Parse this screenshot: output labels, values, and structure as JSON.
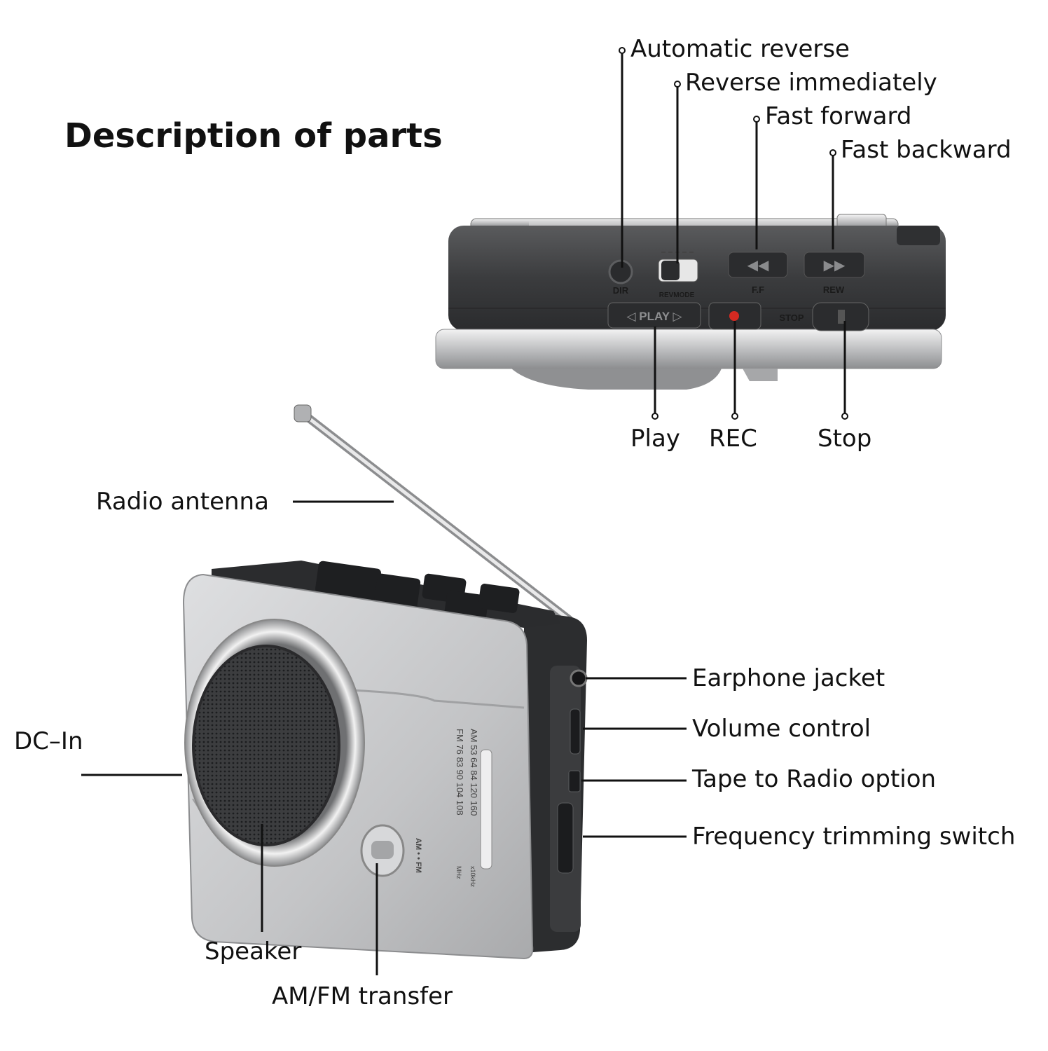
{
  "title": "Description of parts",
  "top_view": {
    "labels": {
      "automatic_reverse": "Automatic reverse",
      "reverse_immediately": "Reverse immediately",
      "fast_forward": "Fast forward",
      "fast_backward": "Fast backward",
      "play": "Play",
      "rec": "REC",
      "stop": "Stop"
    },
    "device_text": {
      "dir": "DIR",
      "revmode": "REVMODE",
      "ff": "F.F",
      "rew": "REW",
      "play_button": "◁ PLAY ▷",
      "stop_label": "STOP"
    }
  },
  "front_view": {
    "labels": {
      "radio_antenna": "Radio antenna",
      "earphone_jacket": "Earphone jacket",
      "volume_control": "Volume control",
      "tape_to_radio": "Tape to Radio option",
      "frequency_trimming": "Frequency trimming switch",
      "dc_in": "DC–In",
      "speaker": "Speaker",
      "am_fm_transfer": "AM/FM transfer"
    },
    "dial": {
      "am_row": "AM  53  64  84  120 160",
      "fm_row": "FM  76  83  90  104 108",
      "am_unit": "x10kHz",
      "fm_unit": "MHz",
      "band_switch": "AM • • FM"
    }
  },
  "colors": {
    "body_silver": "#c9cacc",
    "body_dark": "#3a3b3d",
    "button_black": "#1e1f21",
    "rec_dot": "#d42a22",
    "callout_line": "#111111"
  }
}
